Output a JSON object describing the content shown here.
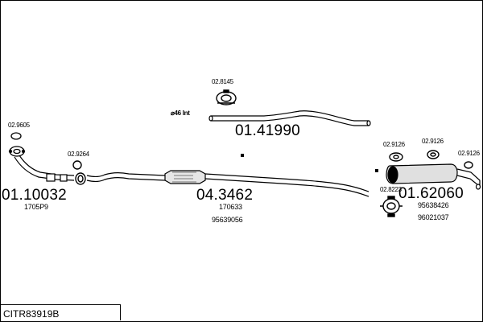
{
  "diagram": {
    "title_code": "CITR83919B",
    "parts": {
      "p1": {
        "number": "01.10032",
        "ref1": "1705P9"
      },
      "p2": {
        "number": "04.3462",
        "ref1": "170633",
        "ref2": "95639056"
      },
      "p3": {
        "number": "01.41990"
      },
      "p4": {
        "number": "01.62060",
        "ref1": "95638426",
        "ref2": "96021037"
      }
    },
    "accessories": {
      "a1": "02.9605",
      "a2": "02.9264",
      "a3": "02.8145",
      "a4": "02.9126",
      "a5": "02.9126",
      "a6": "02.9126",
      "a7": "02.8223"
    },
    "pipe_note": "⌀46 Int"
  }
}
